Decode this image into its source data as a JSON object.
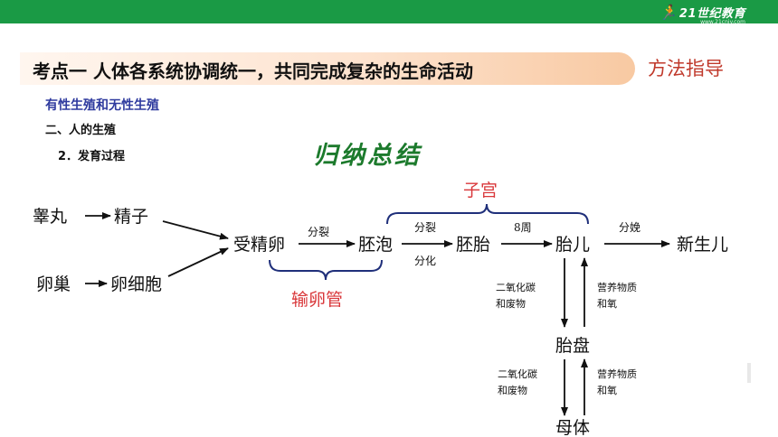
{
  "header": {
    "title": "考点一  人体各系统协调统一，共同完成复杂的生命活动",
    "method": "方法指导",
    "logo": "21世纪教育",
    "logo_sub": "www.21cnjy.com"
  },
  "subtitles": {
    "topic": "有性生殖和无性生殖",
    "section": "二、人的生殖",
    "item": "2．发育过程"
  },
  "summary": "归纳总结",
  "diagram": {
    "nodes": {
      "testis": "睾丸",
      "sperm": "精子",
      "ovary": "卵巢",
      "egg": "卵细胞",
      "zygote": "受精卵",
      "blastocyst": "胚泡",
      "embryo": "胚胎",
      "fetus": "胎儿",
      "newborn": "新生儿",
      "placenta": "胎盘",
      "mother": "母体"
    },
    "edges": {
      "division": "分裂",
      "division2": "分裂",
      "differentiation": "分化",
      "eight_weeks": "8周",
      "delivery": "分娩"
    },
    "regions": {
      "uterus": "子宫",
      "oviduct": "输卵管"
    },
    "exchange": {
      "waste_line1": "二氧化碳",
      "waste_line2": "和废物",
      "nutrient_line1": "营养物质",
      "nutrient_line2": "和氧"
    }
  }
}
